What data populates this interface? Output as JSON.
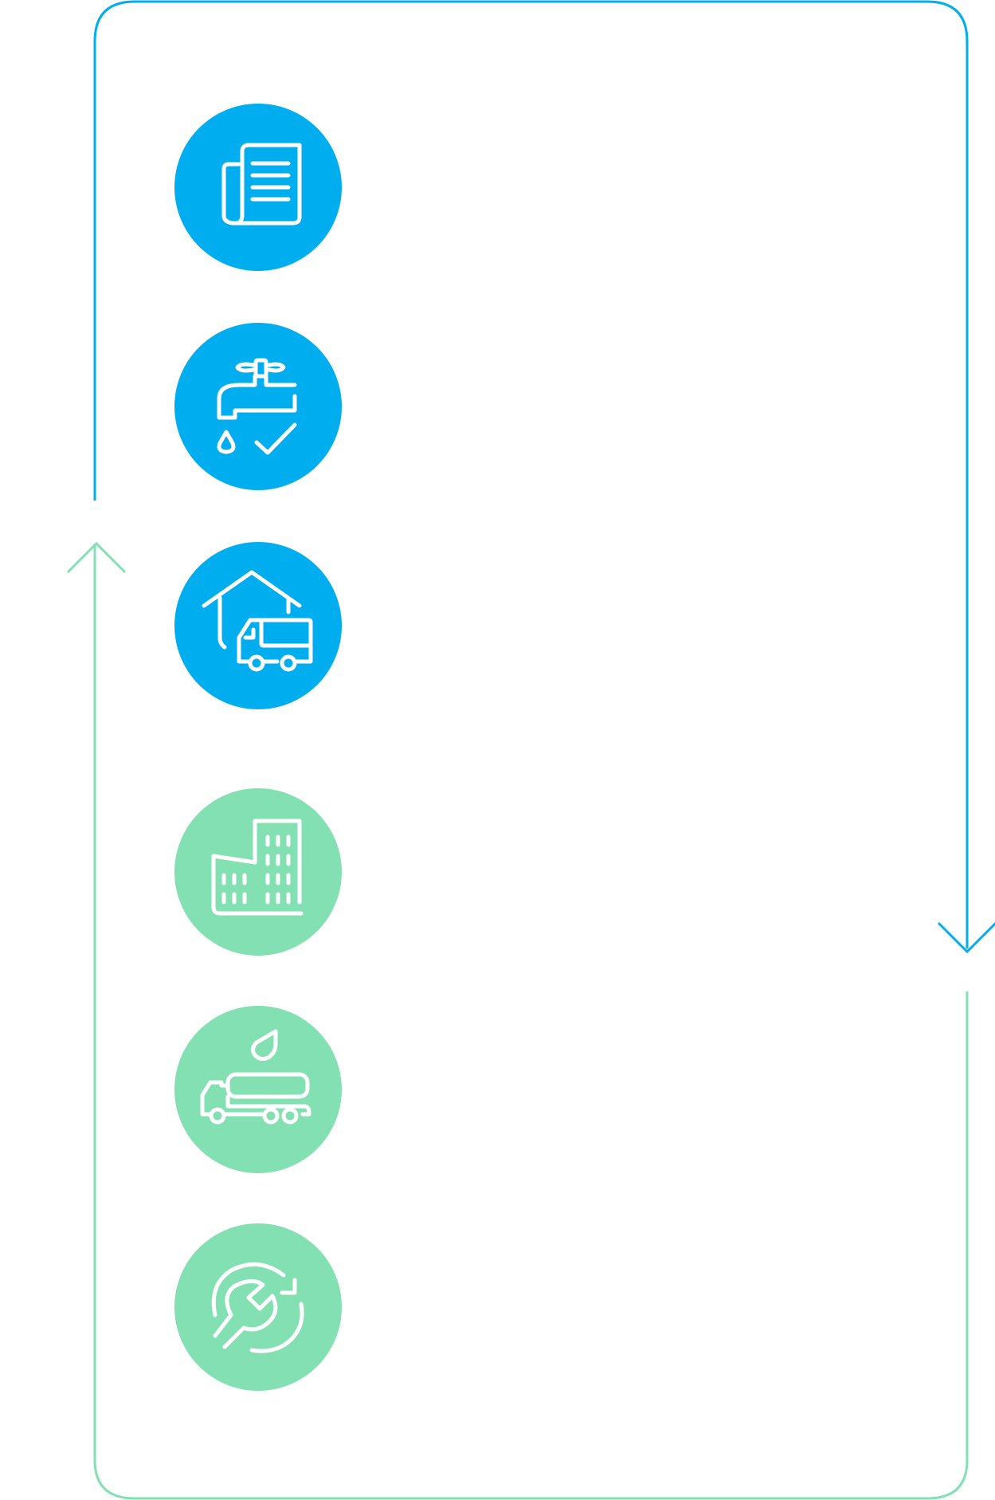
{
  "colors": {
    "blue": "#00adef",
    "green": "#83e0b2",
    "icon_stroke": "#ffffff",
    "background": "#ffffff"
  },
  "cycle": {
    "direction": "clockwise",
    "arrows": [
      {
        "name": "arrow-down-right",
        "color": "blue",
        "points": "down"
      },
      {
        "name": "arrow-up-left",
        "color": "green",
        "points": "up"
      }
    ]
  },
  "steps": [
    {
      "icon": "document-icon",
      "color": "blue"
    },
    {
      "icon": "water-tap-check-icon",
      "color": "blue"
    },
    {
      "icon": "house-truck-icon",
      "color": "blue"
    },
    {
      "icon": "building-icon",
      "color": "green"
    },
    {
      "icon": "tanker-truck-icon",
      "color": "green"
    },
    {
      "icon": "wrench-cycle-icon",
      "color": "green"
    }
  ]
}
